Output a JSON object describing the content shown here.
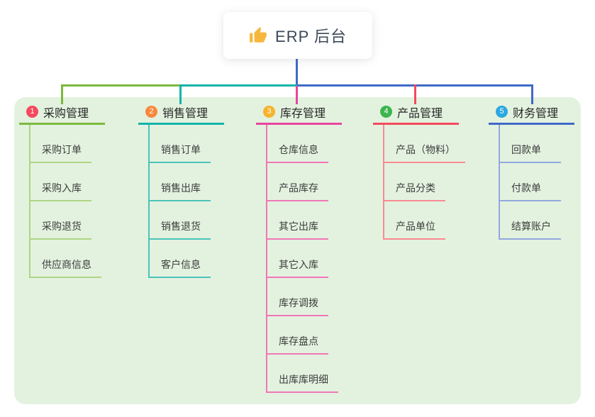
{
  "root": {
    "icon": "thumbs-up",
    "label": "ERP 后台"
  },
  "panel_bg": "#e3f2df",
  "connector": {
    "stem_color": "#4169c8",
    "segment_green": "#7cb93e",
    "segment_teal": "#13b3a9",
    "segment_blue": "#4169c8",
    "drop_magenta": "#e8459f",
    "drop_red": "#f4495c"
  },
  "branches": [
    {
      "num": "1",
      "label": "采购管理",
      "colors": {
        "badge": "#f5495e",
        "line": "#7cb93e",
        "soft": "#aed584"
      },
      "children": [
        "采购订单",
        "采购入库",
        "采购退货",
        "供应商信息"
      ]
    },
    {
      "num": "2",
      "label": "销售管理",
      "colors": {
        "badge": "#f8883c",
        "line": "#13b3a9",
        "soft": "#4cc3ba"
      },
      "children": [
        "销售订单",
        "销售出库",
        "销售退货",
        "客户信息"
      ]
    },
    {
      "num": "3",
      "label": "库存管理",
      "colors": {
        "badge": "#f7b32b",
        "line": "#e8459f",
        "soft": "#f077b7"
      },
      "children": [
        "仓库信息",
        "产品库存",
        "其它出库",
        "其它入库",
        "库存调拨",
        "库存盘点",
        "出库库明细"
      ]
    },
    {
      "num": "4",
      "label": "产品管理",
      "colors": {
        "badge": "#3cb54e",
        "line": "#f4495c",
        "soft": "#f98a92"
      },
      "children": [
        "产品（物料）",
        "产品分类",
        "产品单位"
      ]
    },
    {
      "num": "5",
      "label": "财务管理",
      "colors": {
        "badge": "#2ba8e0",
        "line": "#4169c8",
        "soft": "#92a9de"
      },
      "children": [
        "回款单",
        "付款单",
        "结算账户"
      ]
    }
  ]
}
